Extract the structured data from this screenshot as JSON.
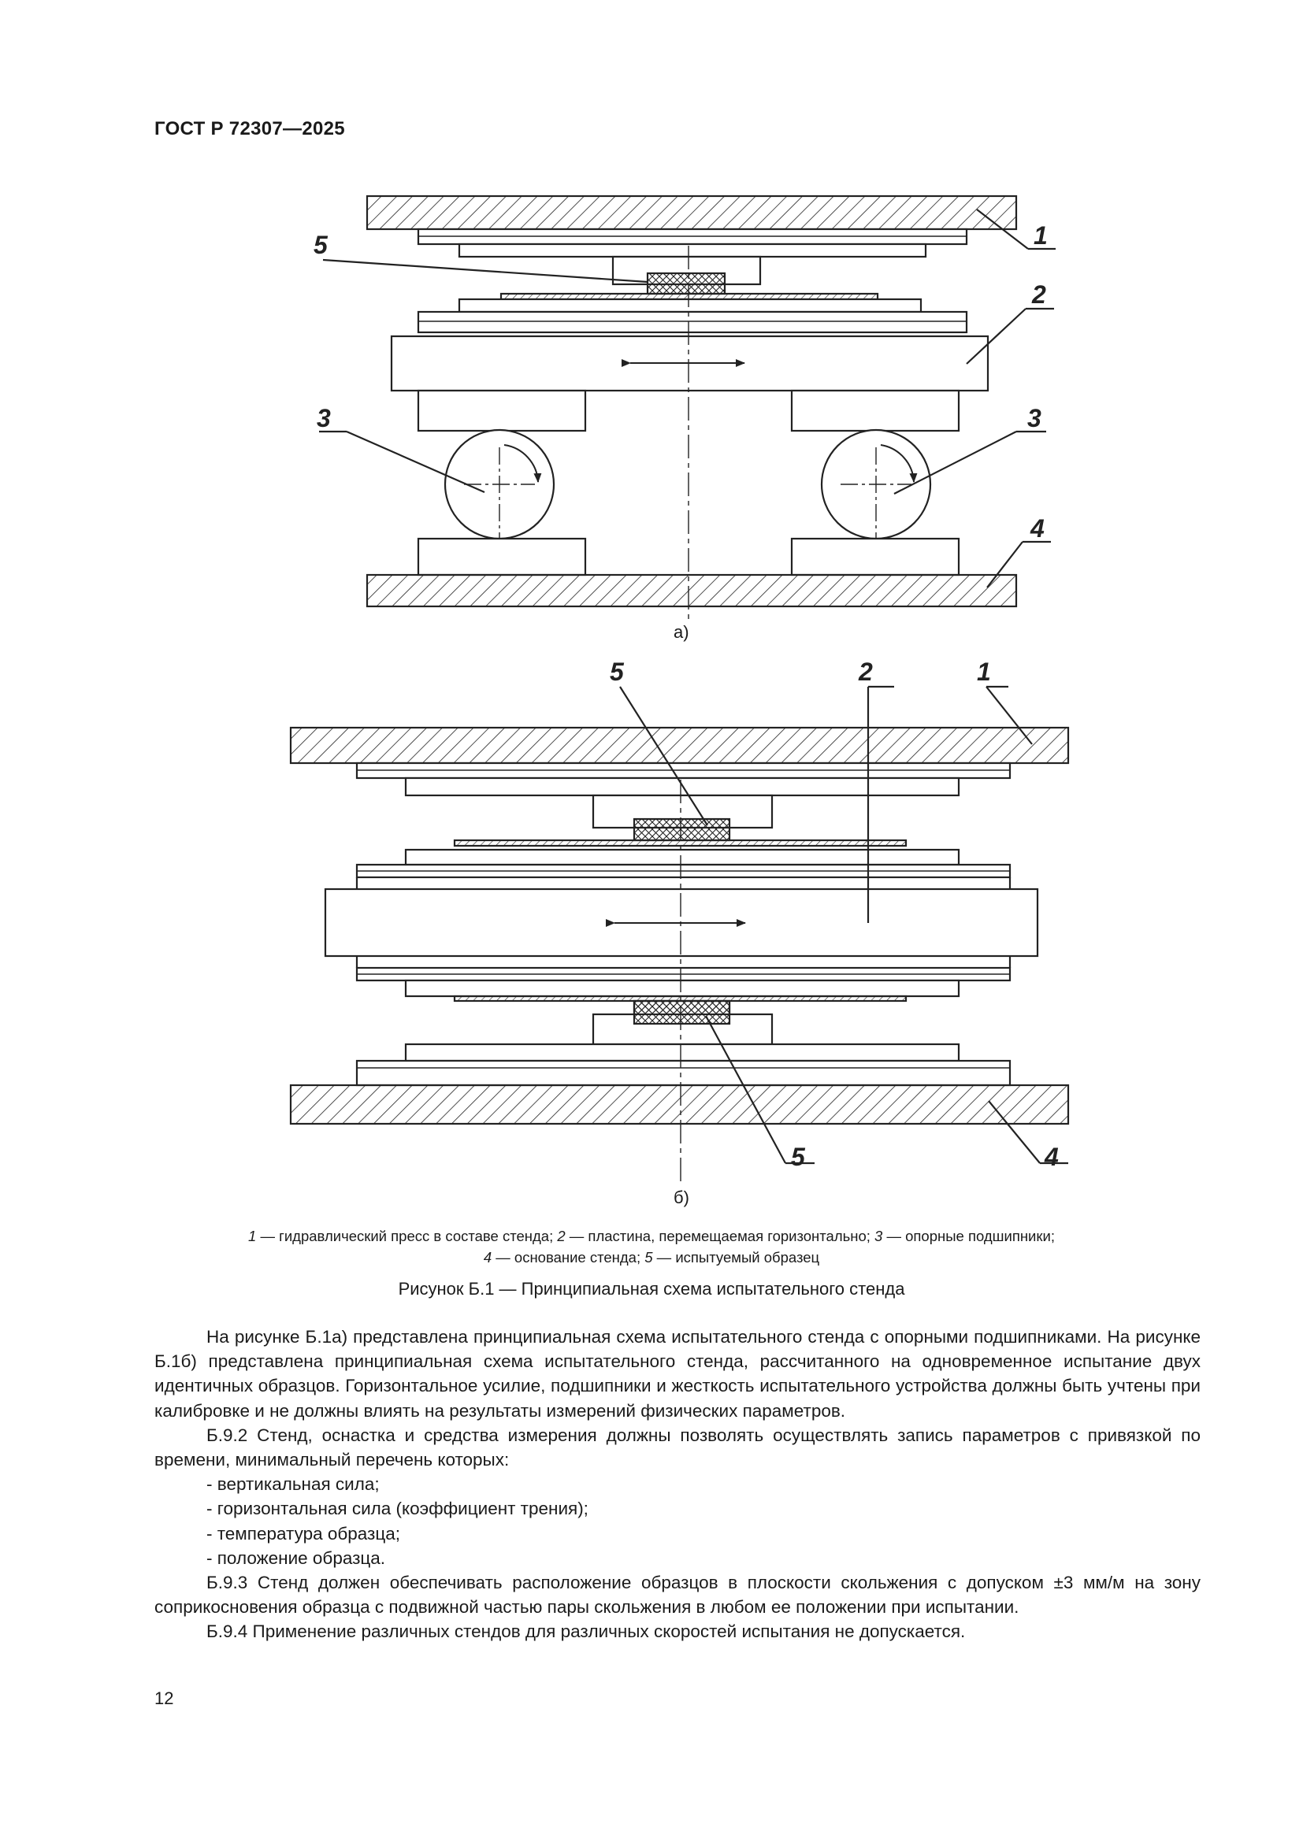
{
  "header": {
    "doc_id": "ГОСТ Р 72307—2025"
  },
  "figure": {
    "callouts": {
      "a_1": "1",
      "a_2": "2",
      "a_3_left": "3",
      "a_3_right": "3",
      "a_4": "4",
      "a_5": "5",
      "b_5_top": "5",
      "b_2": "2",
      "b_1": "1",
      "b_5_bottom": "5",
      "b_4": "4"
    },
    "sublabel_a": "а)",
    "sublabel_b": "б)"
  },
  "legend": {
    "line1": [
      {
        "num": "1",
        "text": " — гидравлический пресс в составе стенда; "
      },
      {
        "num": "2",
        "text": " — пластина, перемещаемая горизонтально; "
      },
      {
        "num": "3",
        "text": " — опорные подшипники;"
      }
    ],
    "line2": [
      {
        "num": "4",
        "text": " — основание стенда; "
      },
      {
        "num": "5",
        "text": " — испытуемый образец"
      }
    ]
  },
  "caption": "Рисунок Б.1 — Принципиальная схема испытательного стенда",
  "body": {
    "p1": "На рисунке Б.1а) представлена принципиальная схема испытательного стенда с опорными подшипниками. На рисунке Б.1б) представлена принципиальная схема испытательного стенда, рассчитанного на одновременное испытание двух идентичных образцов. Горизонтальное усилие, подшипники и жесткость испытательного устройства должны быть учтены при калибровке и не должны влиять на результаты измерений физических параметров.",
    "p2": "Б.9.2 Стенд, оснастка и средства измерения должны позволять осуществлять запись параметров с привязкой по времени, минимальный перечень которых:",
    "list": [
      "- вертикальная сила;",
      "- горизонтальная сила (коэффициент трения);",
      "- температура образца;",
      "- положение образца."
    ],
    "p3": "Б.9.3 Стенд должен обеспечивать расположение образцов в плоскости скольжения с допуском ±3 мм/м на зону соприкосновения образца с подвижной частью пары скольжения в любом ее положении при испытании.",
    "p4": "Б.9.4 Применение различных стендов для различных скоростей испытания не допускается."
  },
  "page_number": "12"
}
